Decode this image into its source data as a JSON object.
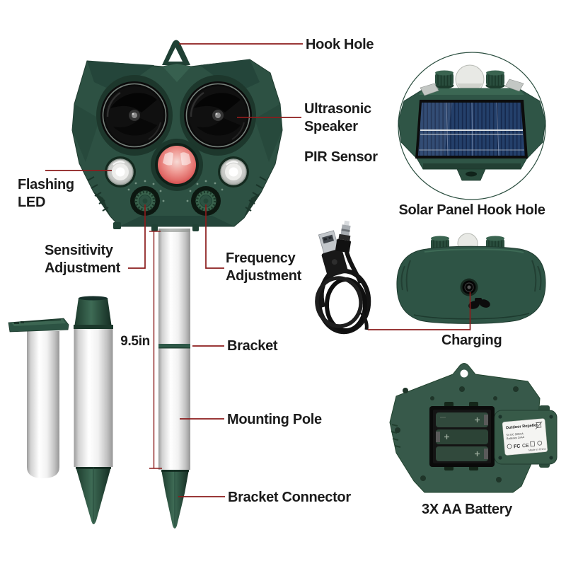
{
  "page": {
    "background": "#ffffff"
  },
  "palette": {
    "body_green": "#2d5143",
    "dark_green": "#1e3a2d",
    "knob_green": "#3a634d",
    "pir_red": "#d8484e",
    "leader_red": "#8b1c1c",
    "solar_navy": "#24406b",
    "pole_silver": "#d9d9d9",
    "text": "#1b1b1b"
  },
  "callouts": {
    "hook_hole": "Hook Hole",
    "ultrasonic_speaker": {
      "line1": "Ultrasonic",
      "line2": "Speaker"
    },
    "pir_sensor": "PIR Sensor",
    "flashing_led": {
      "line1": "Flashing",
      "line2": "LED"
    },
    "sensitivity": {
      "line1": "Sensitivity",
      "line2": "Adjustment"
    },
    "frequency": {
      "line1": "Frequency",
      "line2": "Adjustment"
    },
    "pole_length": "9.5in",
    "bracket": "Bracket",
    "mounting_pole": "Mounting Pole",
    "bracket_connector": "Bracket Connector",
    "solar_panel_hook_hole": "Solar Panel Hook Hole",
    "charging": "Charging",
    "battery": "3X AA Battery"
  },
  "sticker": {
    "title": "Outdoor Repeller",
    "spec_line1": "5V DC 500mA",
    "spec_line2": "Batteries 3xAA",
    "cert_fcc": "FC",
    "cert_ce": "CE",
    "origin": "Made in China"
  }
}
